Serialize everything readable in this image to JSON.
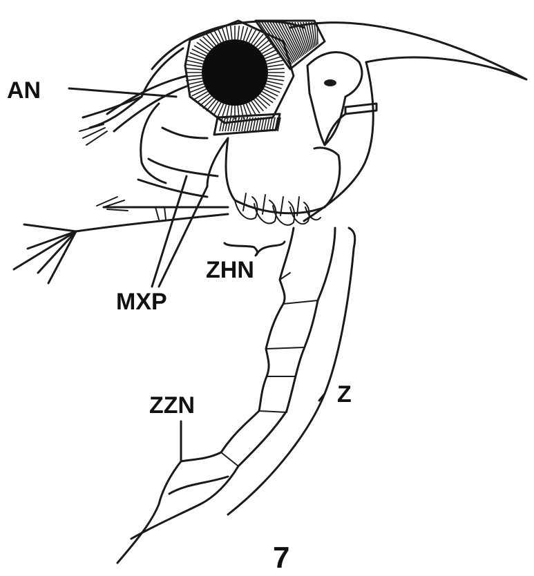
{
  "figure": {
    "labels": {
      "an": "AN",
      "mxp": "MXP",
      "zhn": "ZHN",
      "zzn": "ZZN",
      "z": "Z"
    },
    "figure_number": "7"
  },
  "colors": {
    "ink": "#1a1a1a",
    "paper": "#ffffff"
  }
}
